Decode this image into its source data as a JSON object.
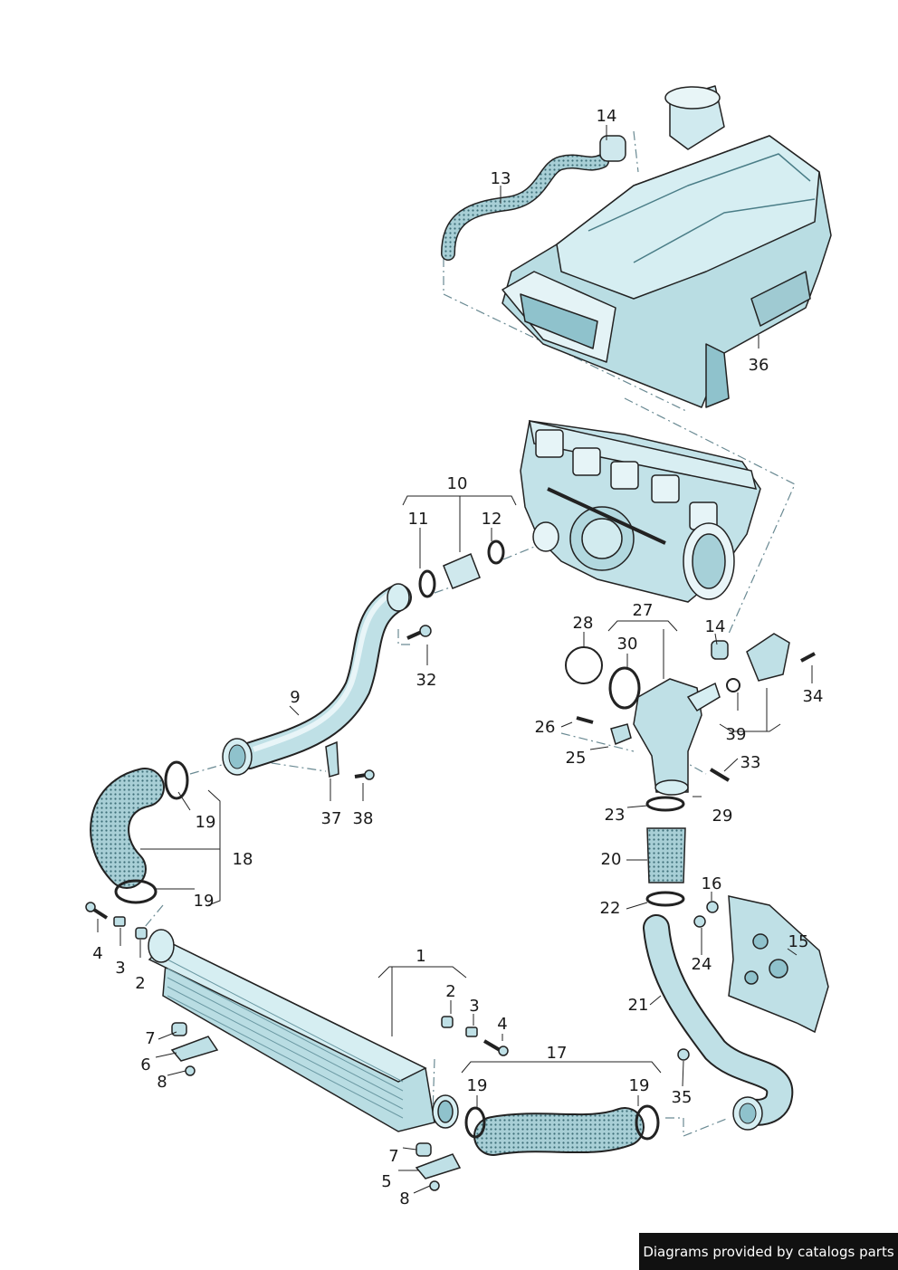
{
  "diagram": {
    "callouts": [
      {
        "id": "c1",
        "text": "1"
      },
      {
        "id": "c2a",
        "text": "2"
      },
      {
        "id": "c2b",
        "text": "2"
      },
      {
        "id": "c3a",
        "text": "3"
      },
      {
        "id": "c3b",
        "text": "3"
      },
      {
        "id": "c4a",
        "text": "4"
      },
      {
        "id": "c4b",
        "text": "4"
      },
      {
        "id": "c5",
        "text": "5"
      },
      {
        "id": "c6",
        "text": "6"
      },
      {
        "id": "c7a",
        "text": "7"
      },
      {
        "id": "c7b",
        "text": "7"
      },
      {
        "id": "c8a",
        "text": "8"
      },
      {
        "id": "c8b",
        "text": "8"
      },
      {
        "id": "c9",
        "text": "9"
      },
      {
        "id": "c10",
        "text": "10"
      },
      {
        "id": "c11",
        "text": "11"
      },
      {
        "id": "c12",
        "text": "12"
      },
      {
        "id": "c13",
        "text": "13"
      },
      {
        "id": "c14a",
        "text": "14"
      },
      {
        "id": "c14b",
        "text": "14"
      },
      {
        "id": "c15",
        "text": "15"
      },
      {
        "id": "c16",
        "text": "16"
      },
      {
        "id": "c17",
        "text": "17"
      },
      {
        "id": "c18",
        "text": "18"
      },
      {
        "id": "c19a",
        "text": "19"
      },
      {
        "id": "c19b",
        "text": "19"
      },
      {
        "id": "c19c",
        "text": "19"
      },
      {
        "id": "c19d",
        "text": "19"
      },
      {
        "id": "c20",
        "text": "20"
      },
      {
        "id": "c21",
        "text": "21"
      },
      {
        "id": "c22",
        "text": "22"
      },
      {
        "id": "c23",
        "text": "23"
      },
      {
        "id": "c24",
        "text": "24"
      },
      {
        "id": "c25",
        "text": "25"
      },
      {
        "id": "c26",
        "text": "26"
      },
      {
        "id": "c27",
        "text": "27"
      },
      {
        "id": "c28",
        "text": "28"
      },
      {
        "id": "c29",
        "text": "29"
      },
      {
        "id": "c30",
        "text": "30"
      },
      {
        "id": "c32",
        "text": "32"
      },
      {
        "id": "c33",
        "text": "33"
      },
      {
        "id": "c34",
        "text": "34"
      },
      {
        "id": "c35",
        "text": "35"
      },
      {
        "id": "c36",
        "text": "36"
      },
      {
        "id": "c37",
        "text": "37"
      },
      {
        "id": "c38",
        "text": "38"
      },
      {
        "id": "c39",
        "text": "39"
      }
    ]
  },
  "credit": {
    "text": "Diagrams provided by catalogs parts"
  },
  "colors": {
    "part_fill": "#bfe0e6",
    "part_shade": "#8fc2cc",
    "part_dark": "#5f9aa6",
    "outline": "#222222",
    "hose": "#9fc8cf"
  }
}
